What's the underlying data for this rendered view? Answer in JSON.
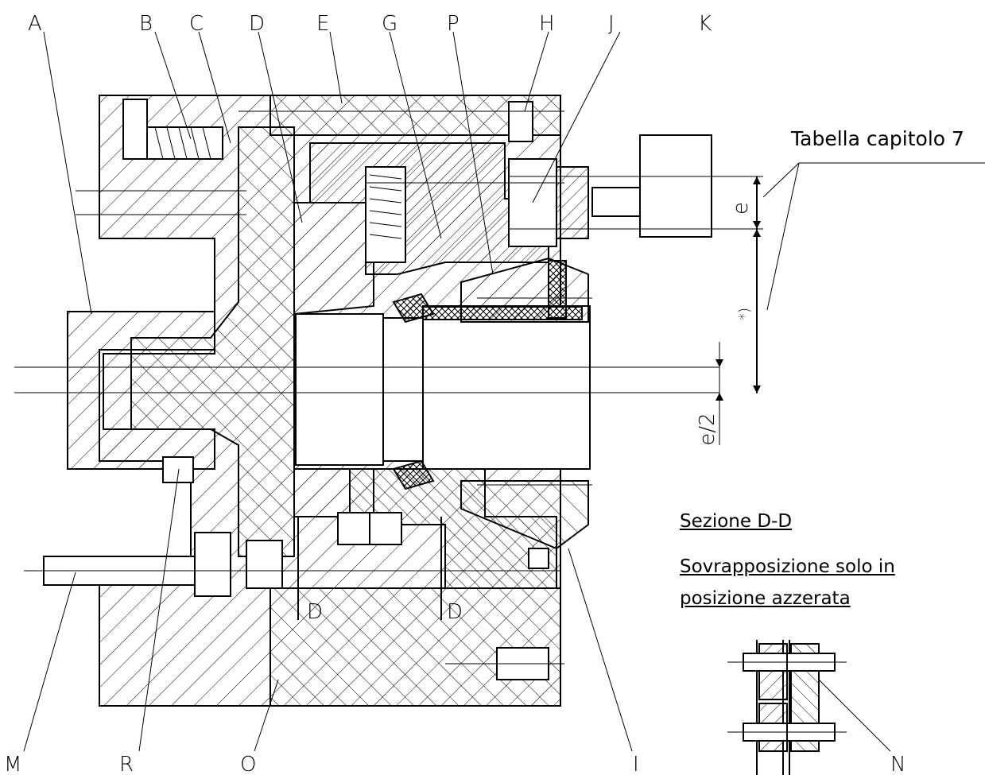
{
  "part_labels_top": [
    "A",
    "B",
    "C",
    "D",
    "E",
    "G",
    "P",
    "H",
    "J",
    "K"
  ],
  "part_labels_bottom": [
    "M",
    "R",
    "O",
    "I",
    "N"
  ],
  "section_marks": [
    "D",
    "D"
  ],
  "dimensions": {
    "e": "e",
    "asterisk": "*)",
    "half_e": "e/2"
  },
  "notes": {
    "table_ref": "Tabella capitolo 7",
    "section_title": "Sezione D-D",
    "overlap_line1": "Sovrapposizione solo in",
    "overlap_line2": "posizione azzerata"
  },
  "colors": {
    "line": "#000000",
    "background": "#ffffff"
  }
}
